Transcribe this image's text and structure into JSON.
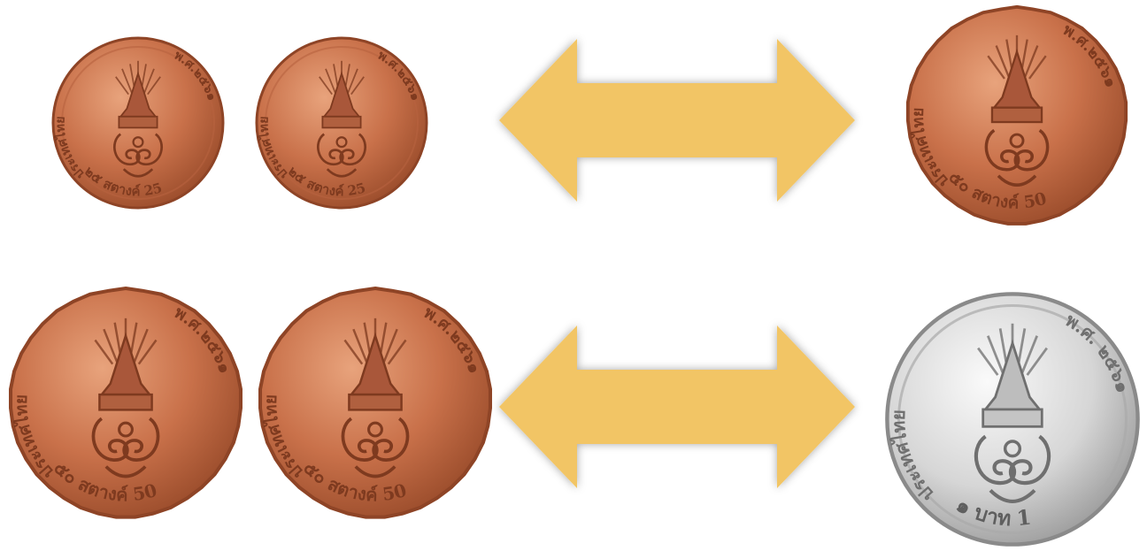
{
  "colors": {
    "copper_light": "#E39A73",
    "copper_mid": "#C86F47",
    "copper_dark": "#8E4426",
    "silver_light": "#F4F4F4",
    "silver_mid": "#CFCFCF",
    "silver_dark": "#8A8A8A",
    "arrow_fill": "#F2C565"
  },
  "coins": [
    {
      "denomination": "25 satang",
      "metal": "copper",
      "top_text": "ประเทศไทย",
      "year_text": "พ.ศ.๒๕๖๑",
      "bottom_text": "๒๕ สตางค์ 25"
    },
    {
      "denomination": "25 satang",
      "metal": "copper",
      "top_text": "ประเทศไทย",
      "year_text": "พ.ศ.๒๕๖๑",
      "bottom_text": "๒๕ สตางค์ 25"
    },
    {
      "denomination": "50 satang",
      "metal": "copper",
      "top_text": "ประเทศไทย",
      "year_text": "พ.ศ.๒๕๖๑",
      "bottom_text": "๕๐ สตางค์ 50"
    },
    {
      "denomination": "50 satang",
      "metal": "copper",
      "top_text": "ประเทศไทย",
      "year_text": "พ.ศ.๒๕๖๑",
      "bottom_text": "๕๐ สตางค์ 50"
    },
    {
      "denomination": "50 satang",
      "metal": "copper",
      "top_text": "ประเทศไทย",
      "year_text": "พ.ศ.๒๕๖๑",
      "bottom_text": "๕๐ สตางค์ 50"
    },
    {
      "denomination": "1 baht",
      "metal": "silver",
      "top_text": "ประเทศไทย",
      "year_text": "พ.ศ. ๒๕๖๑",
      "bottom_text": "๑ บาท 1"
    }
  ],
  "arrows": [
    {
      "icon": "double-headed-arrow",
      "meaning": "equals"
    },
    {
      "icon": "double-headed-arrow",
      "meaning": "equals"
    }
  ]
}
